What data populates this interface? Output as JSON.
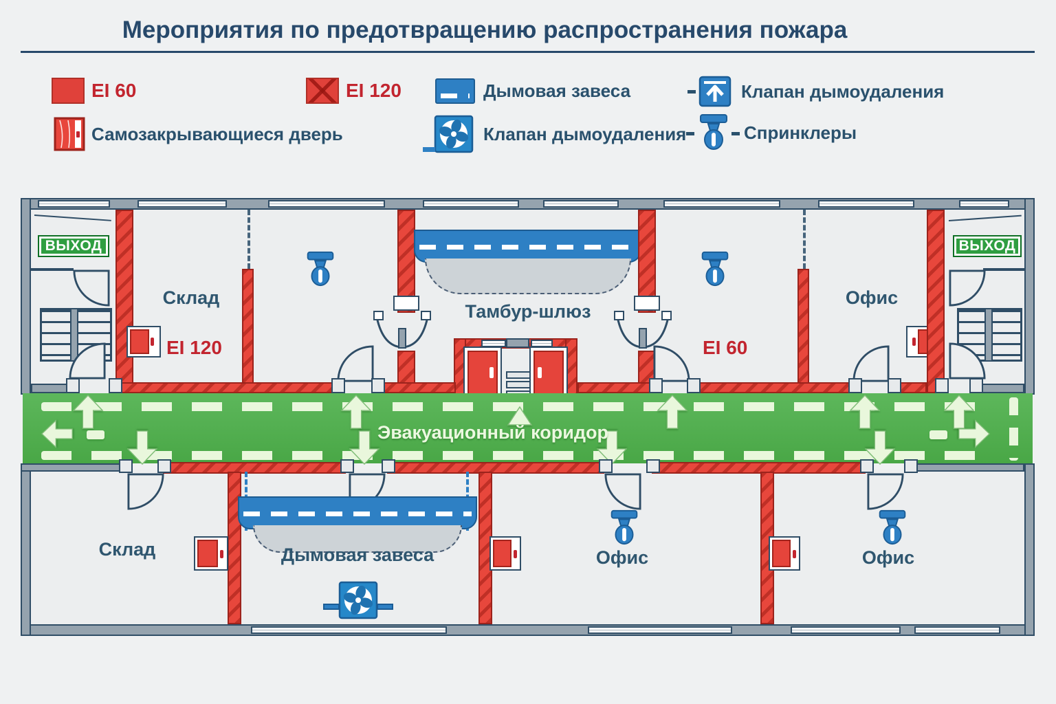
{
  "title": "Мероприятия по предотвращению распространения пожара",
  "legend": {
    "ei60": "EI 60",
    "ei120": "EI 120",
    "smoke_curtain": "Дымовая завеса",
    "smoke_damper": "Клапан дымоудаления",
    "self_closing_door": "Самозакрывающиеся дверь",
    "smoke_fan_valve": "Клапан дымоудаления",
    "sprinklers": "Спринклеры"
  },
  "plan": {
    "exit_sign_left": "ВЫХОД",
    "exit_sign_right": "ВЫХОД",
    "corridor_label": "Эвакуационный коридор",
    "top_floor": {
      "storage": "Склад",
      "storage_rating": "EI 120",
      "vestibule": "Тамбур-шлюз",
      "office_rating": "EI 60",
      "office": "Офис"
    },
    "bottom_floor": {
      "storage": "Склад",
      "smoke_curtain_room": "Дымовая завеса",
      "office_left": "Офис",
      "office_right": "Офис"
    }
  },
  "colors": {
    "fire_wall_red": "#e8473c",
    "rating_text_red": "#c2252f",
    "corridor_green": "#4fae4e",
    "exit_sign_green": "#2f9e41",
    "equipment_blue": "#2e80c4",
    "label_blue": "#2f566f",
    "wall_gray": "#95a3ae",
    "outline_dark": "#2f4d66"
  }
}
